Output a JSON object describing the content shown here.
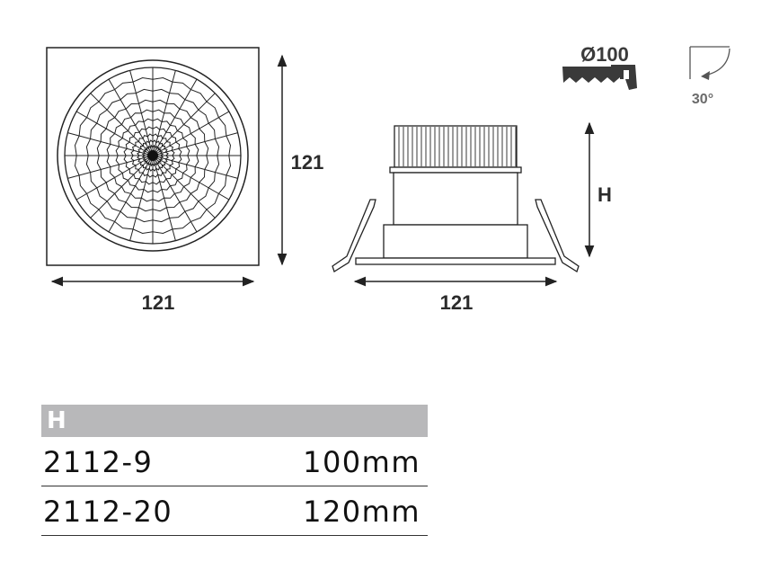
{
  "front_view": {
    "width_label": "121",
    "height_label": "121"
  },
  "side_view": {
    "width_label": "121",
    "height_label": "H"
  },
  "cutout": {
    "diameter_label": "Ø100",
    "tool_icon": "saw-icon"
  },
  "tilt": {
    "angle_label": "30°",
    "icon": "tilt-angle-icon"
  },
  "table": {
    "header": "H",
    "rows": [
      {
        "code": "2112-9",
        "value": "100mm"
      },
      {
        "code": "2112-20",
        "value": "120mm"
      }
    ]
  }
}
